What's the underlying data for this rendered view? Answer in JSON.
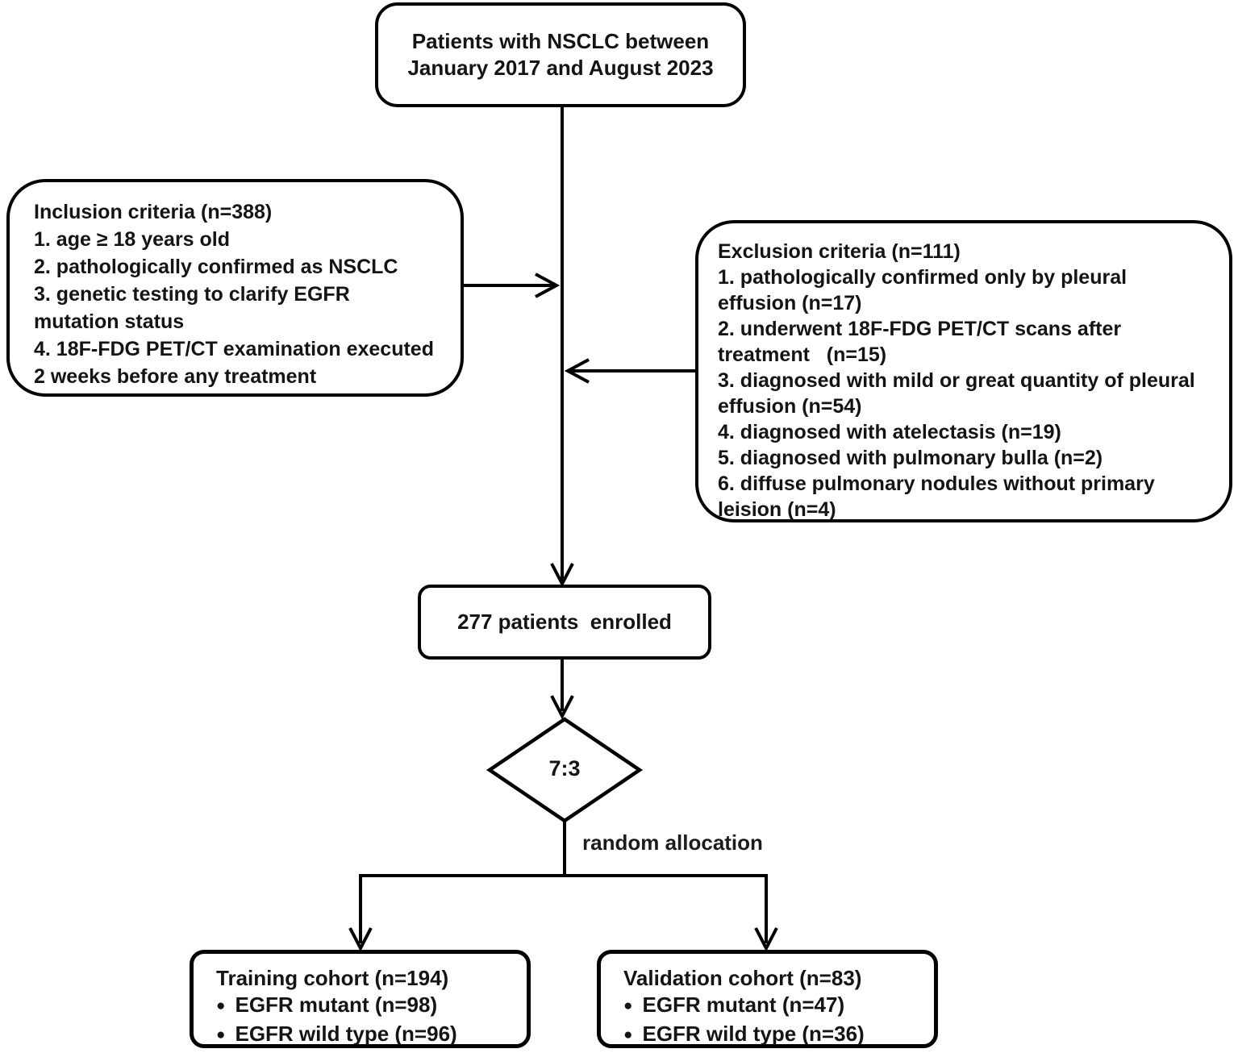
{
  "colors": {
    "stroke": "#000000",
    "text": "#141414",
    "box_background": "#ffffff"
  },
  "top_box": {
    "text": "Patients with NSCLC between\nJanuary 2017 and August 2023"
  },
  "inclusion_box": {
    "title": "Inclusion criteria (n=388)",
    "items": [
      "1. age ≥ 18 years old",
      "2. pathologically confirmed as NSCLC",
      "3. genetic testing to clarify EGFR\nmutation status",
      "4. 18F-FDG PET/CT examination executed\n2 weeks before any treatment"
    ]
  },
  "exclusion_box": {
    "title": "Exclusion criteria (n=111)",
    "items": [
      "1. pathologically confirmed only by pleural\neffusion (n=17)",
      "2. underwent 18F-FDG PET/CT scans after\ntreatment   (n=15)",
      "3. diagnosed with mild or great quantity of pleural\neffusion (n=54)",
      "4. diagnosed with atelectasis (n=19)",
      "5. diagnosed with pulmonary bulla (n=2)",
      "6. diffuse pulmonary nodules without primary\nleision (n=4)"
    ]
  },
  "enrolled_box": {
    "text": "277 patients  enrolled"
  },
  "split": {
    "diamond_label": "7:3",
    "note": "random allocation"
  },
  "training_box": {
    "title": "Training cohort (n=194)",
    "bullet_icon": "●",
    "items": [
      "EGFR mutant (n=98)",
      "EGFR wild type (n=96)"
    ]
  },
  "validation_box": {
    "title": "Validation cohort (n=83)",
    "bullet_icon": "●",
    "items": [
      "EGFR mutant (n=47)",
      "EGFR wild type (n=36)"
    ]
  }
}
